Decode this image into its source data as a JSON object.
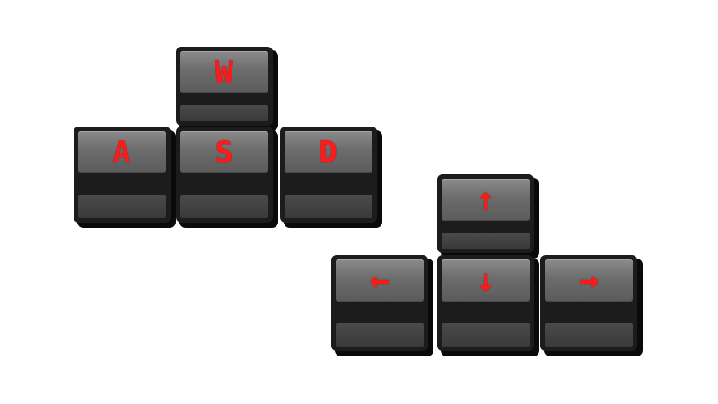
{
  "wasd": {
    "w": "W",
    "a": "A",
    "s": "S",
    "d": "D"
  },
  "arrows": {
    "up": "↑",
    "left": "←",
    "down": "↓",
    "right": "→"
  },
  "colors": {
    "legend": "#ff1a1a",
    "keycap": "#6c6c6c",
    "key_body": "#1c1c1c"
  }
}
